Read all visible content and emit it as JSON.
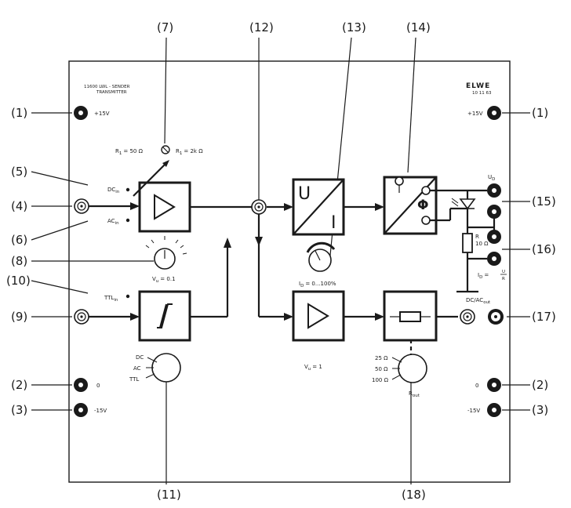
{
  "panel": {
    "title_line1": "11600 LWL - SENDER",
    "title_line2": "TRANSMITTER",
    "brand": "ELWE",
    "model": "10 11 63"
  },
  "callouts": {
    "c1": "(1)",
    "c2": "(2)",
    "c3": "(3)",
    "c4": "(4)",
    "c5": "(5)",
    "c6": "(6)",
    "c7": "(7)",
    "c8": "(8)",
    "c9": "(9)",
    "c10": "(10)",
    "c11": "(11)",
    "c12": "(12)",
    "c13": "(13)",
    "c14": "(14)",
    "c15": "(15)",
    "c16": "(16)",
    "c17": "(17)",
    "c18": "(18)"
  },
  "labels": {
    "plus15": "+15V",
    "minus15": "-15V",
    "zero": "0",
    "dc_in": "DC",
    "ac_in": "AC",
    "ttl_in": "TTL",
    "in_sub": "in",
    "r1": "R",
    "r1_sub": "1",
    "r1_val": "= 50 Ω",
    "r2": "R",
    "r2_sub": "1",
    "r2_val": "= 2k Ω",
    "vu": "V",
    "vu_sub": "u",
    "vu_val": "= 0.1",
    "vu2_val": "= 1",
    "id": "I",
    "id_sub": "D",
    "id_val": "= 0...100%",
    "u_letter": "U",
    "i_letter": "I",
    "phi": "Φ",
    "ud": "U",
    "ud_sub": "D",
    "r_label": "R",
    "r_val": "10 Ω",
    "id_eq": "I",
    "id_eq_sub": "D",
    "id_eq_rest": "=",
    "frac_num": "U",
    "frac_den": "R",
    "dcac_out": "DC/AC",
    "out_sub": "out",
    "sw_dc": "DC",
    "sw_ac": "AC",
    "sw_ttl": "TTL",
    "rout_25": "25 Ω",
    "rout_50": "50 Ω",
    "rout_100": "100 Ω",
    "rout": "R",
    "rout_sub": "out"
  }
}
